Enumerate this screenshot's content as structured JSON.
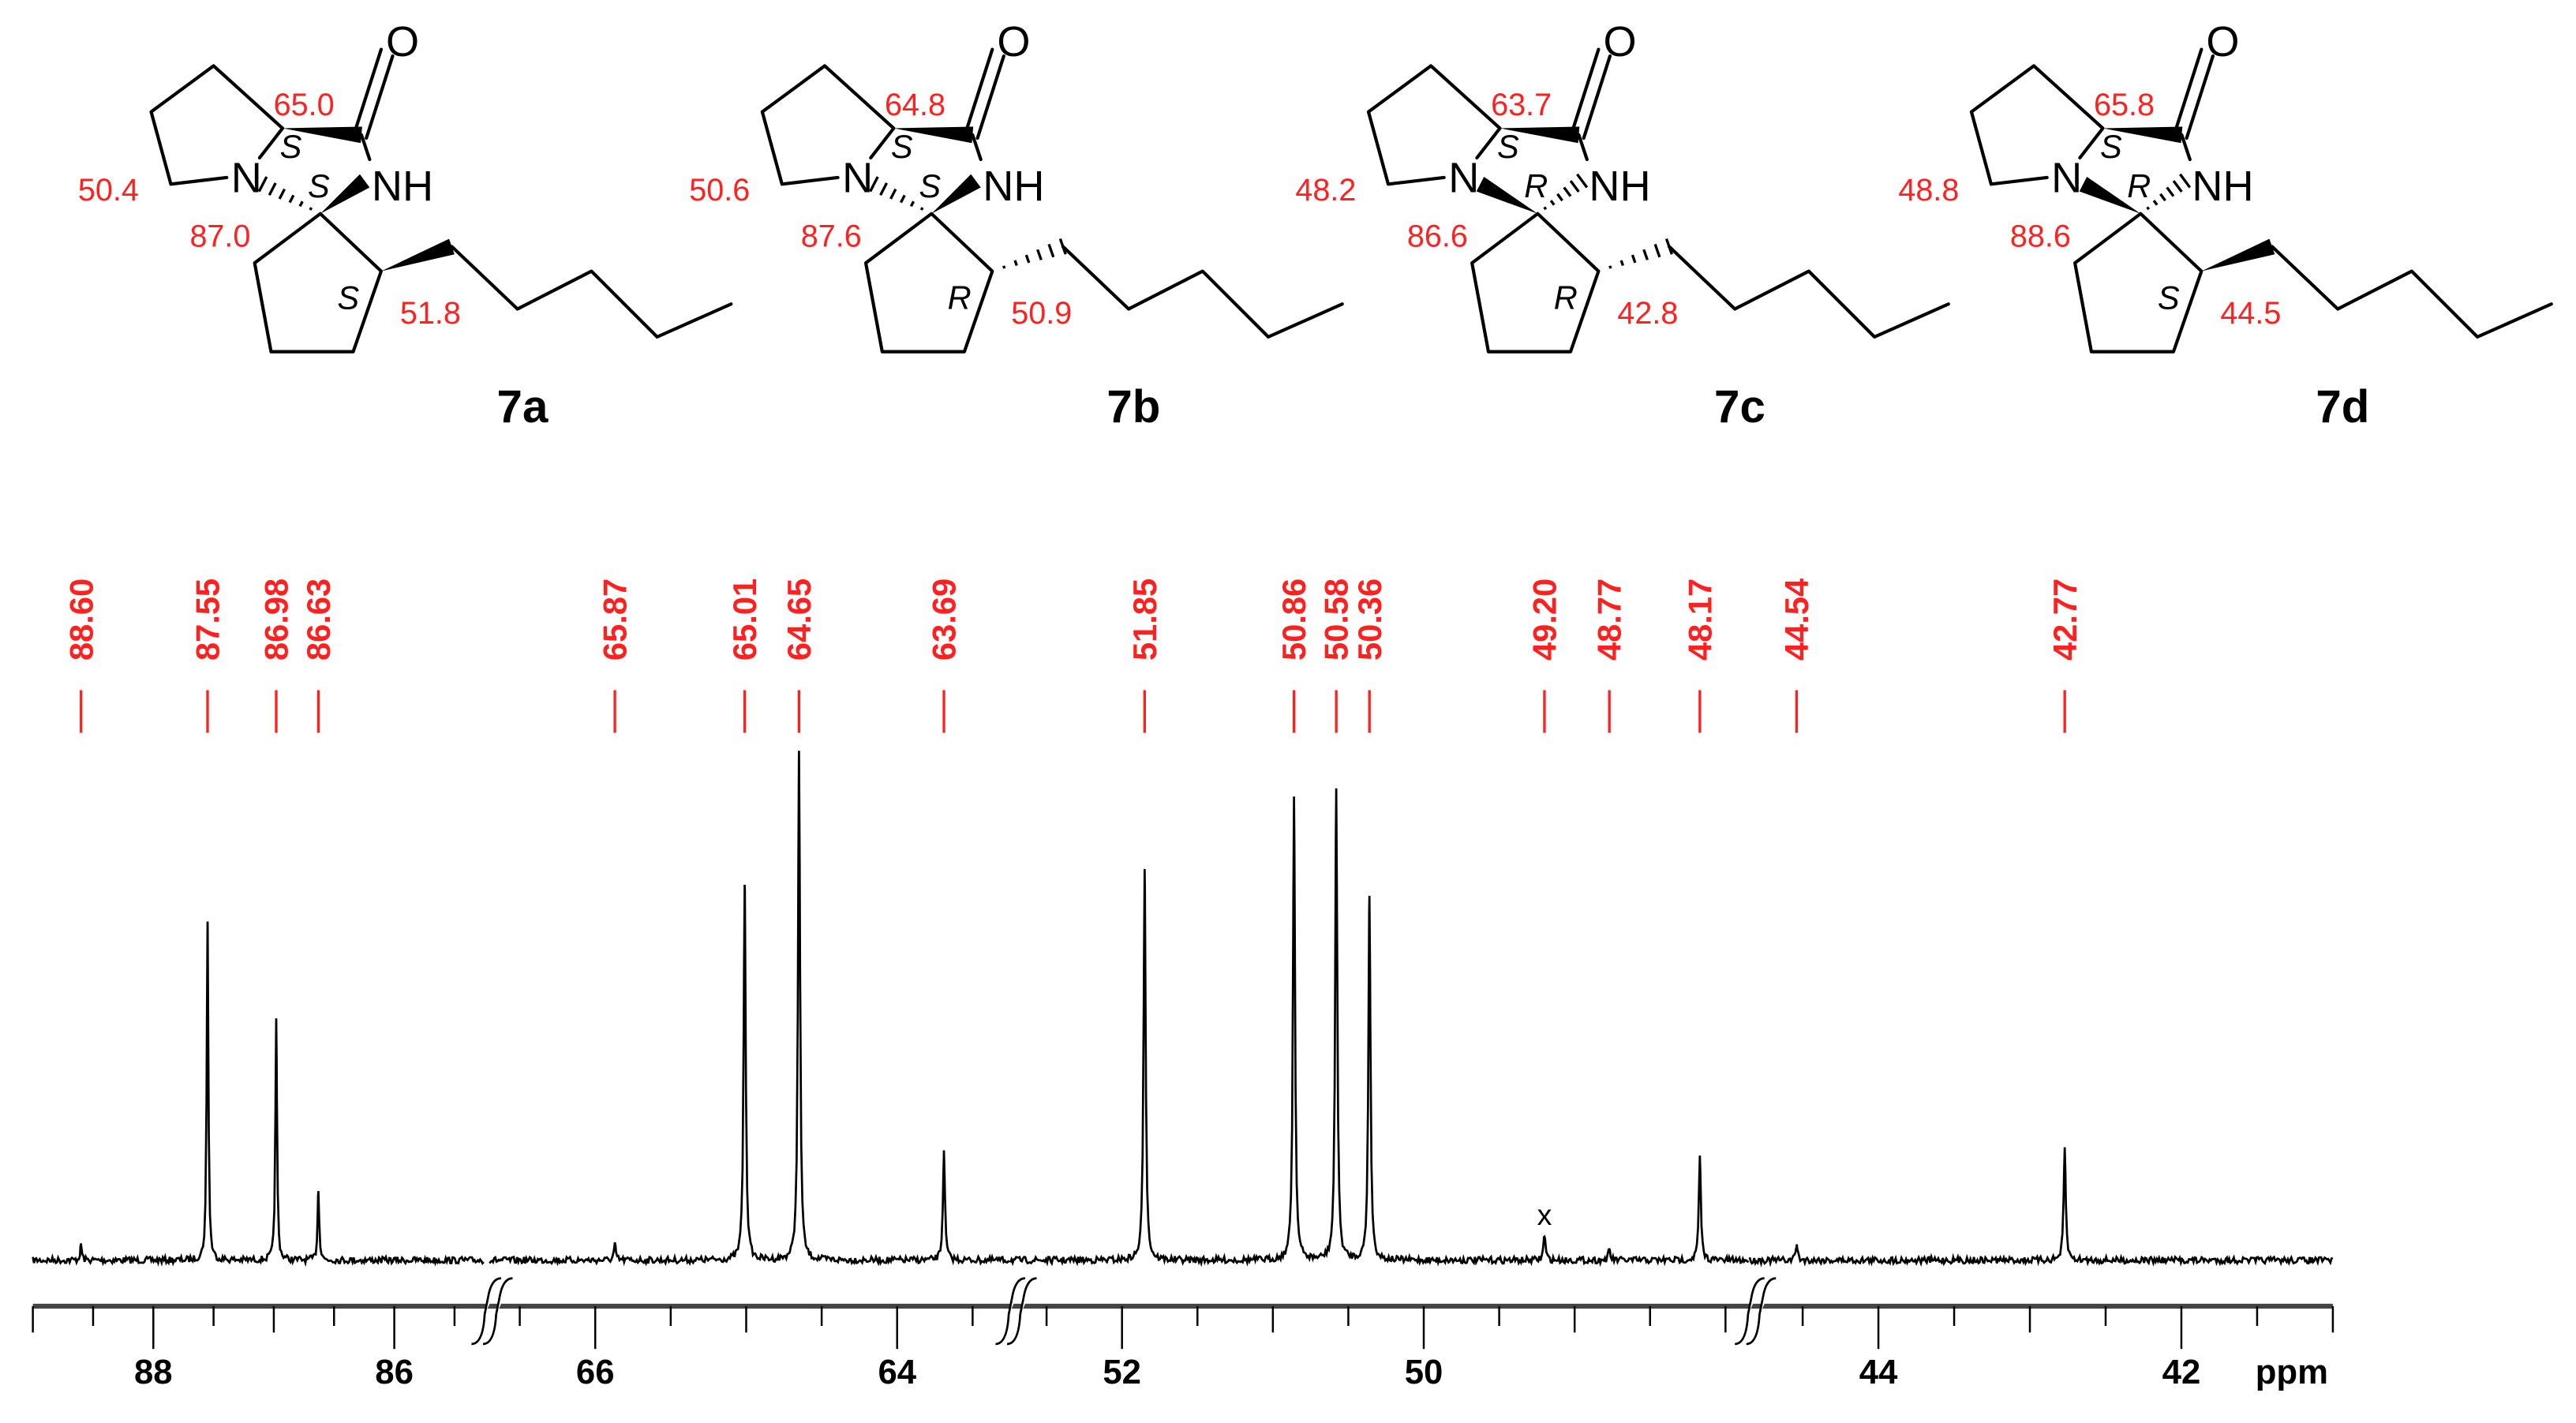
{
  "molecules": [
    {
      "name": "7a",
      "shifts": {
        "ca": "65.0",
        "nch2": "50.4",
        "spiro": "87.0",
        "chain_ch": "51.8"
      },
      "stereo": {
        "ca": "S",
        "spiro": "S",
        "chain_ch": "S"
      },
      "n_bond": "hash",
      "nh_bond": "wedge",
      "chain_bond": "wedge"
    },
    {
      "name": "7b",
      "shifts": {
        "ca": "64.8",
        "nch2": "50.6",
        "spiro": "87.6",
        "chain_ch": "50.9"
      },
      "stereo": {
        "ca": "S",
        "spiro": "S",
        "chain_ch": "R"
      },
      "n_bond": "hash",
      "nh_bond": "wedge",
      "chain_bond": "hash"
    },
    {
      "name": "7c",
      "shifts": {
        "ca": "63.7",
        "nch2": "48.2",
        "spiro": "86.6",
        "chain_ch": "42.8"
      },
      "stereo": {
        "ca": "S",
        "spiro": "R",
        "chain_ch": "R"
      },
      "n_bond": "wedge",
      "nh_bond": "hash",
      "chain_bond": "hash"
    },
    {
      "name": "7d",
      "shifts": {
        "ca": "65.8",
        "nch2": "48.8",
        "spiro": "88.6",
        "chain_ch": "44.5"
      },
      "stereo": {
        "ca": "S",
        "spiro": "R",
        "chain_ch": "S"
      },
      "n_bond": "wedge",
      "nh_bond": "hash",
      "chain_bond": "wedge"
    }
  ],
  "atoms": {
    "oxygen": "O",
    "nitrogen": "N",
    "amide_nh": "NH"
  },
  "chart_data": {
    "type": "line",
    "title": "",
    "xlabel": "ppm",
    "ylabel": "",
    "x_reversed": true,
    "broken_axis": true,
    "axis_segments": [
      [
        89,
        85.25
      ],
      [
        66.7,
        63.25
      ],
      [
        52.74,
        47.84
      ],
      [
        44.85,
        41
      ]
    ],
    "tick_labels": [
      "88",
      "86",
      "66",
      "64",
      "52",
      "50",
      "44",
      "42"
    ],
    "grid": false,
    "line_color": "#000000",
    "label_color": "#ff2020",
    "peaks": [
      {
        "ppm": 88.6,
        "label": "88.60",
        "intensity": 3
      },
      {
        "ppm": 87.55,
        "label": "87.55",
        "intensity": 67
      },
      {
        "ppm": 86.98,
        "label": "86.98",
        "intensity": 47
      },
      {
        "ppm": 86.63,
        "label": "86.63",
        "intensity": 14
      },
      {
        "ppm": 65.87,
        "label": "65.87",
        "intensity": 3
      },
      {
        "ppm": 65.01,
        "label": "65.01",
        "intensity": 74
      },
      {
        "ppm": 64.65,
        "label": "64.65",
        "intensity": 100
      },
      {
        "ppm": 63.69,
        "label": "63.69",
        "intensity": 21
      },
      {
        "ppm": 51.85,
        "label": "51.85",
        "intensity": 77
      },
      {
        "ppm": 50.86,
        "label": "50.86",
        "intensity": 91
      },
      {
        "ppm": 50.58,
        "label": "50.58",
        "intensity": 93
      },
      {
        "ppm": 50.36,
        "label": "50.36",
        "intensity": 72
      },
      {
        "ppm": 49.2,
        "label": "49.20",
        "intensity": 5,
        "annotation": "x"
      },
      {
        "ppm": 48.77,
        "label": "48.77",
        "intensity": 2
      },
      {
        "ppm": 48.17,
        "label": "48.17",
        "intensity": 20
      },
      {
        "ppm": 44.54,
        "label": "44.54",
        "intensity": 3
      },
      {
        "ppm": 42.77,
        "label": "42.77",
        "intensity": 22
      }
    ]
  }
}
